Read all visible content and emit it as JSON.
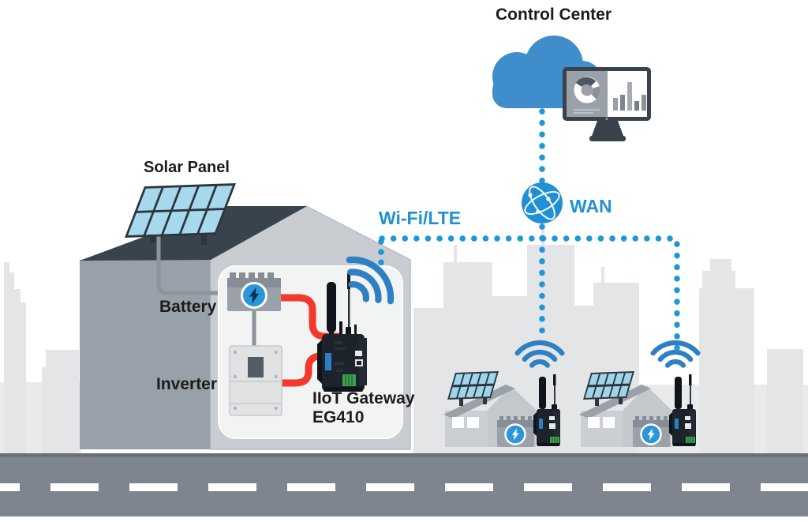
{
  "labels": {
    "control_center": "Control Center",
    "wan": "WAN",
    "wifi_lte": "Wi-Fi/LTE",
    "solar_panel": "Solar Panel",
    "battery": "Battery",
    "inverter": "Inverter",
    "gateway_name": "IIoT Gateway",
    "gateway_model": "EG410"
  },
  "colors": {
    "link_dot_blue": "#1e97d9",
    "wifi_arc_blue": "#2f80c3",
    "cloud_blue": "#3f8dcb",
    "label_blue": "#2191d3",
    "battery_badge_blue": "#2b97da",
    "cable_red": "#f2392c",
    "roof_dark": "#39434e",
    "house_side_gray": "#98a0a9",
    "house_front_gray": "#c9cdd1",
    "skyline_gray": "#e4e5e7",
    "road_gray": "#7e858e",
    "text_black": "#1c1c1c"
  },
  "icons": [
    "cloud-icon",
    "monitor-dashboard-icon",
    "globe-wan-icon",
    "wifi-signal-icon",
    "solar-panel-icon",
    "battery-bolt-icon",
    "inverter-icon",
    "iiot-gateway-icon",
    "house-icon",
    "road-icon",
    "city-skyline-icon"
  ],
  "nodes": [
    {
      "id": "control-center",
      "label": "Control Center"
    },
    {
      "id": "wan",
      "label": "WAN"
    },
    {
      "id": "main-site",
      "parts": [
        "Solar Panel",
        "Battery",
        "Inverter",
        "IIoT Gateway EG410"
      ]
    },
    {
      "id": "remote-site-1",
      "parts": [
        "solar panel",
        "battery",
        "gateway"
      ]
    },
    {
      "id": "remote-site-2",
      "parts": [
        "solar panel",
        "battery",
        "gateway"
      ]
    }
  ],
  "connections": [
    {
      "from": "control-center",
      "to": "wan",
      "style": "dotted"
    },
    {
      "from": "wan",
      "to": "main-site",
      "style": "dotted",
      "via": "Wi-Fi/LTE"
    },
    {
      "from": "wan",
      "to": "remote-site-1",
      "style": "dotted"
    },
    {
      "from": "wan",
      "to": "remote-site-2",
      "style": "dotted"
    },
    {
      "from": "battery",
      "to": "gateway",
      "style": "red-cable"
    },
    {
      "from": "inverter",
      "to": "gateway",
      "style": "red-cable"
    },
    {
      "from": "solar-panel",
      "to": "battery",
      "style": "gray-cable"
    },
    {
      "from": "battery",
      "to": "inverter",
      "style": "gray-cable"
    }
  ]
}
